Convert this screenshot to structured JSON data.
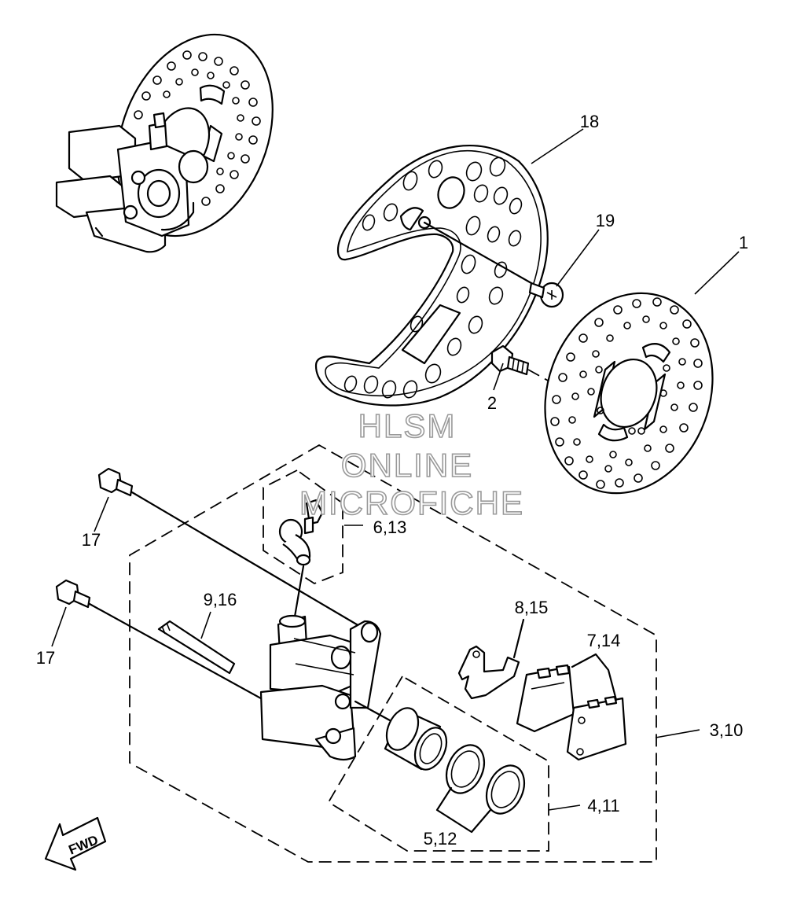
{
  "watermark": {
    "line1": "HLSM",
    "line2": "ONLINE",
    "line3": "MICROFICHE"
  },
  "direction_marker": "FWD",
  "callouts": {
    "c1": "1",
    "c2": "2",
    "c3_10": "3,10",
    "c4_11": "4,11",
    "c5_12": "5,12",
    "c6_13": "6,13",
    "c7_14": "7,14",
    "c8_15": "8,15",
    "c9_16": "9,16",
    "c17a": "17",
    "c17b": "17",
    "c18": "18",
    "c19": "19"
  }
}
